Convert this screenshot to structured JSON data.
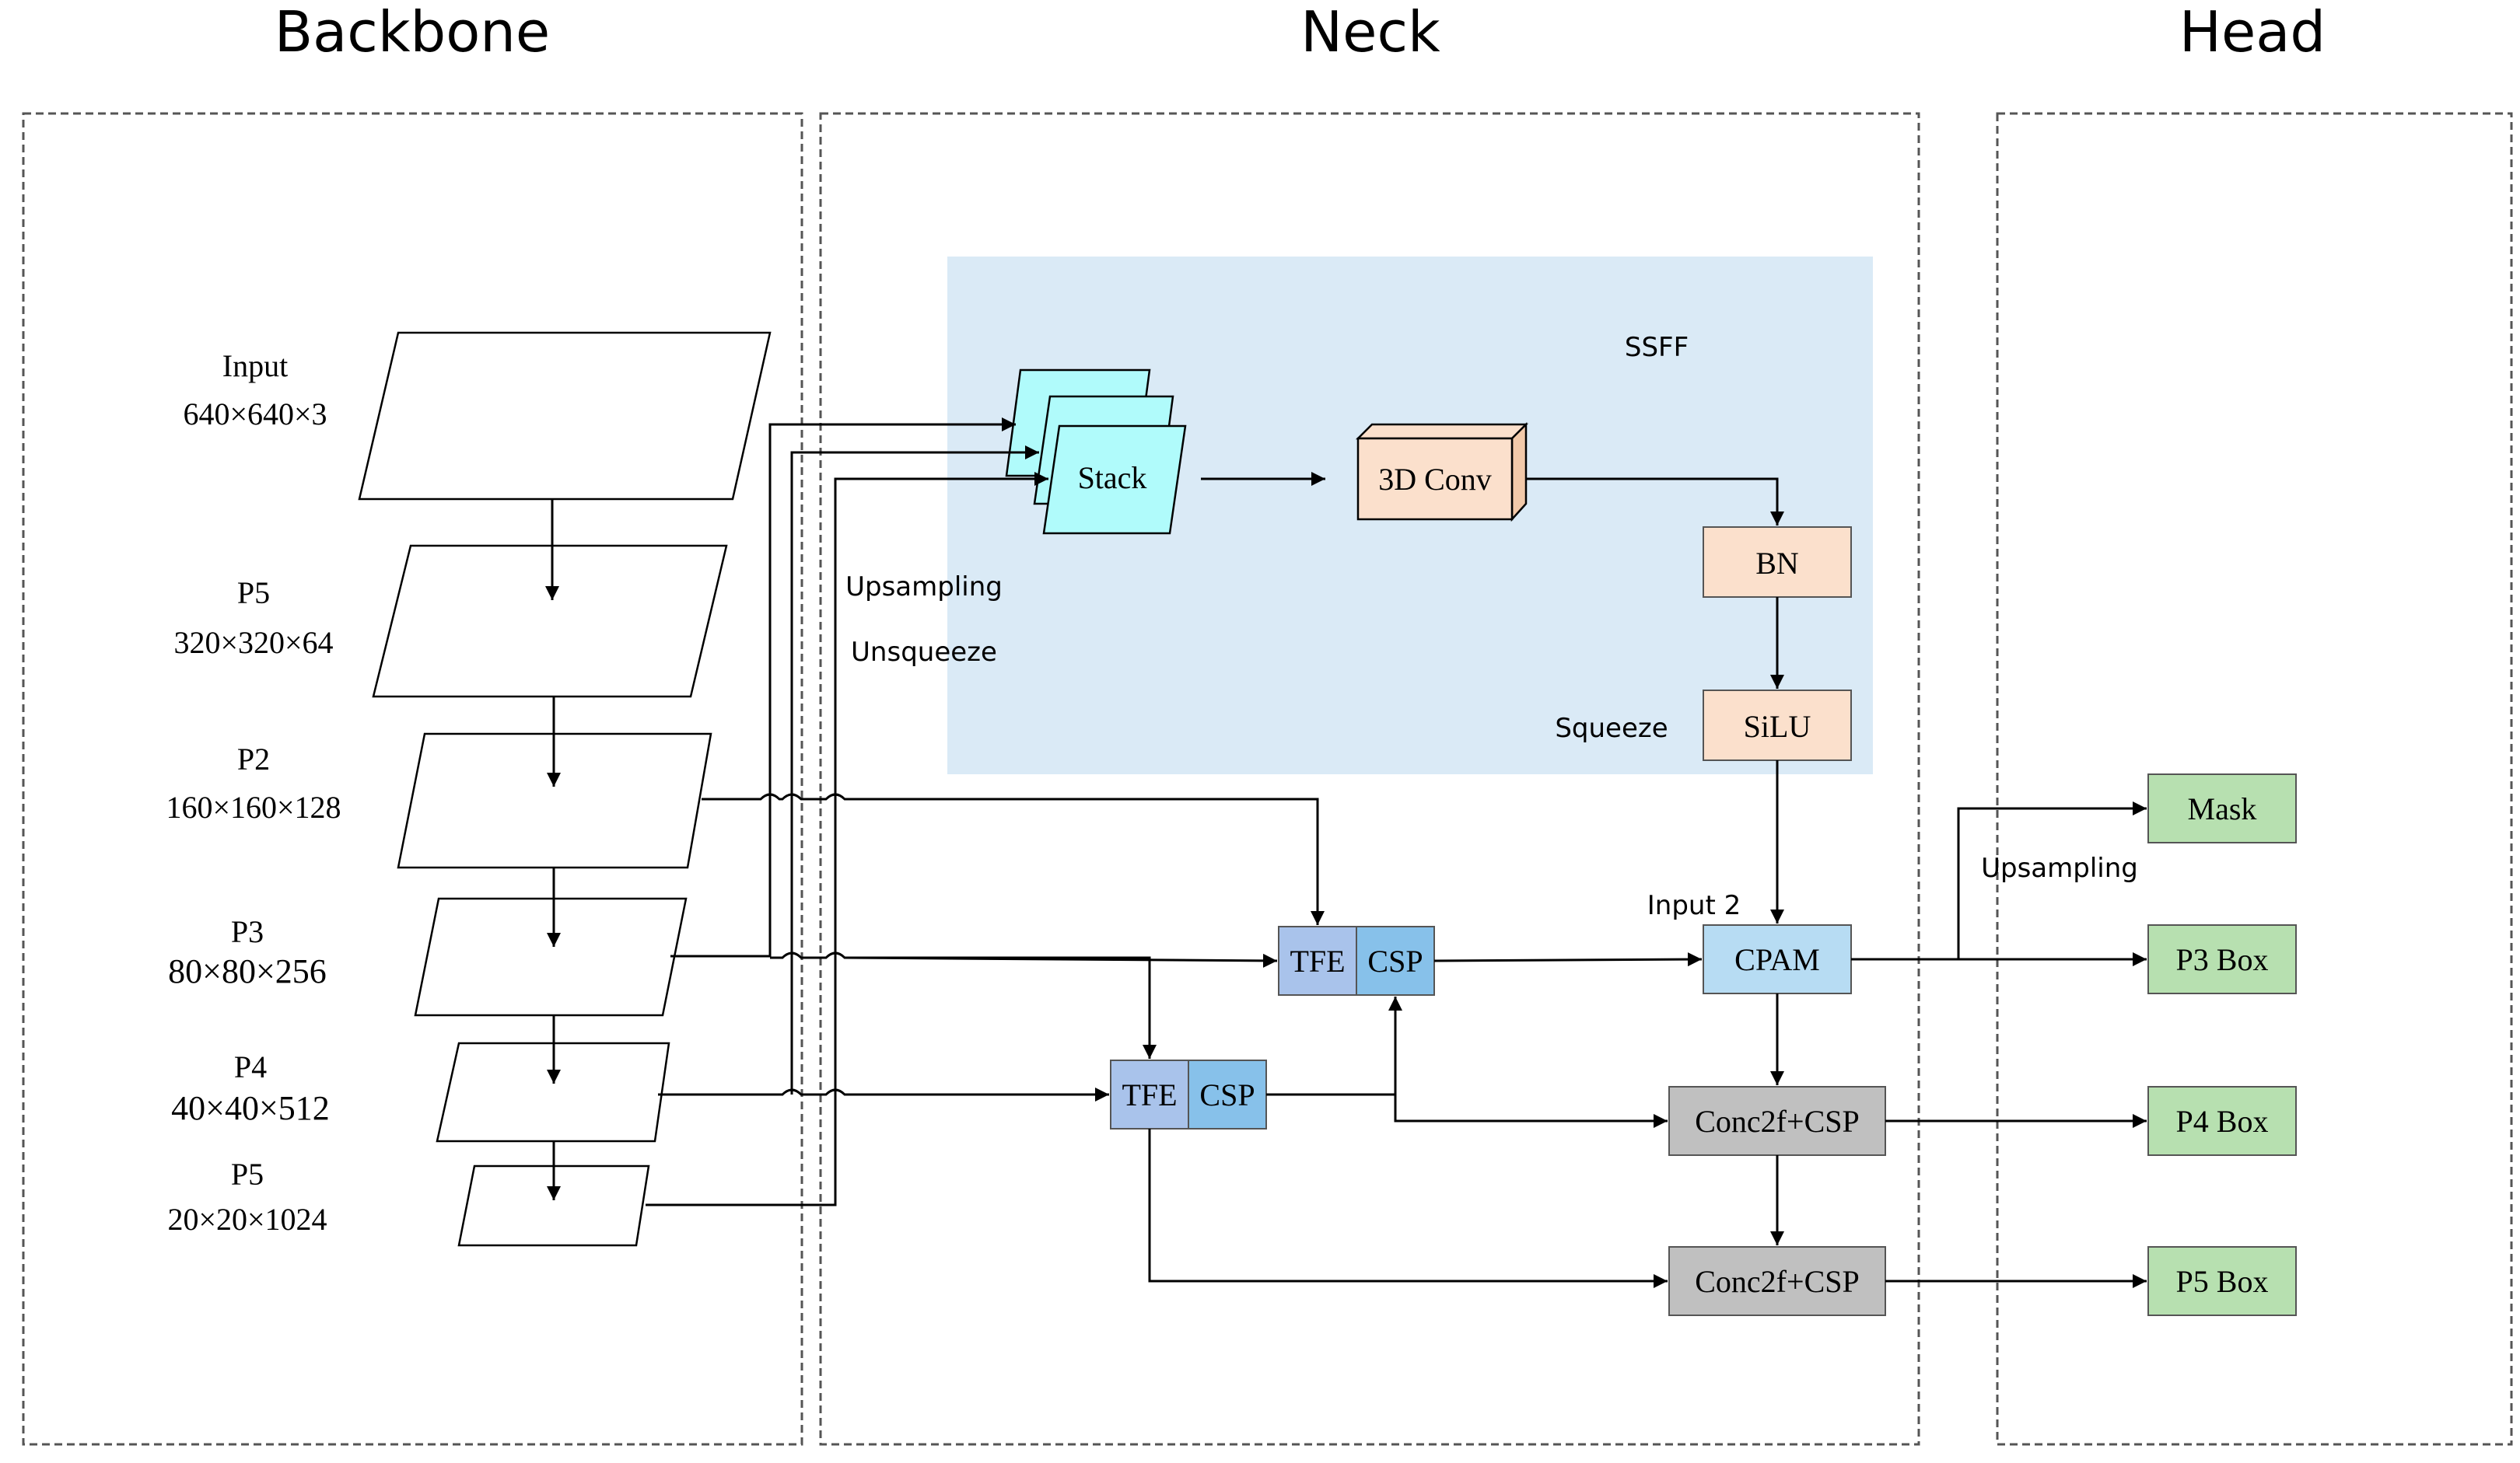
{
  "sections": {
    "backbone": "Backbone",
    "neck": "Neck",
    "head": "Head"
  },
  "backbone": {
    "input_name": "Input",
    "input_dims": "640×640×3",
    "p5a_name": "P5",
    "p5a_dims": "320×320×64",
    "p2_name": "P2",
    "p2_dims": "160×160×128",
    "p3_name": "P3",
    "p3_dims": "80×80×256",
    "p4_name": "P4",
    "p4_dims": "40×40×512",
    "p5b_name": "P5",
    "p5b_dims": "20×20×1024"
  },
  "neck": {
    "ssff_label": "SSFF",
    "stack_label": "Stack",
    "conv3d_label": "3D Conv",
    "bn_label": "BN",
    "silu_label": "SiLU",
    "squeeze_label": "Squeeze",
    "upsampling_label": "Upsampling",
    "unsqueeze_label": "Unsqueeze",
    "tfe_label": "TFE",
    "csp_label": "CSP",
    "input2_label": "Input 2",
    "cpam_label": "CPAM",
    "conc_label": "Conc2f+CSP"
  },
  "head": {
    "upsampling_label": "Upsampling",
    "mask_label": "Mask",
    "p3box_label": "P3 Box",
    "p4box_label": "P4 Box",
    "p5box_label": "P5 Box"
  },
  "colors": {
    "ssff_bg": "#daeaf6",
    "stack": "#b0fbfb",
    "conv_bn_silu": "#fbe0cc",
    "tfe": "#a9c3eb",
    "csp": "#87c1ea",
    "cpam": "#b7dcf3",
    "conc": "#c0c0c0",
    "head_out": "#b7e0b0"
  }
}
